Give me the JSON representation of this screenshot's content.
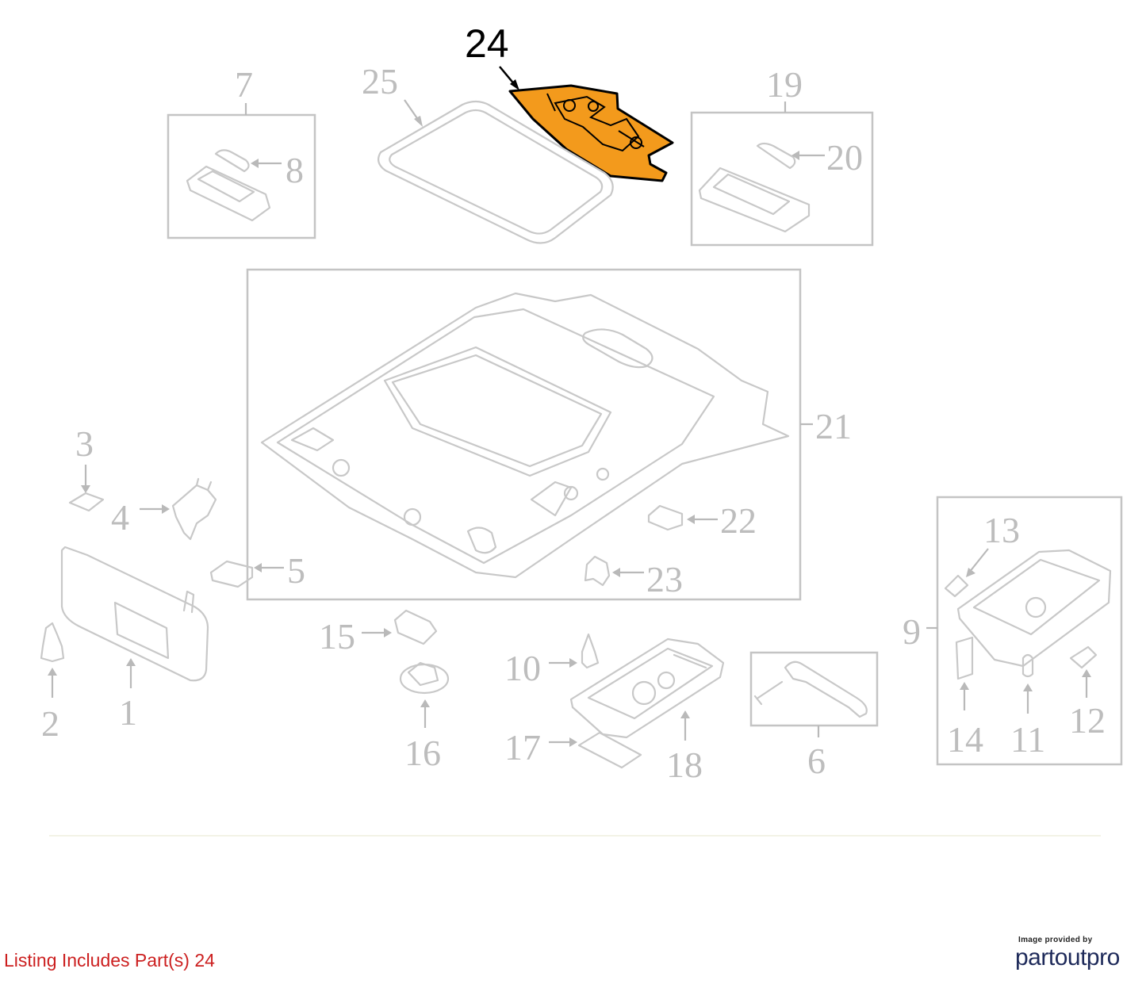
{
  "highlight": {
    "label": "24",
    "color": "#f39a1c"
  },
  "labels": {
    "l1": "1",
    "l2": "2",
    "l3": "3",
    "l4": "4",
    "l5": "5",
    "l6": "6",
    "l7": "7",
    "l8": "8",
    "l9": "9",
    "l10": "10",
    "l11": "11",
    "l12": "12",
    "l13": "13",
    "l14": "14",
    "l15": "15",
    "l16": "16",
    "l17": "17",
    "l18": "18",
    "l19": "19",
    "l20": "20",
    "l21": "21",
    "l22": "22",
    "l23": "23",
    "l25": "25"
  },
  "footer": {
    "listing": "Listing Includes Part(s) 24",
    "provided_by": "Image provided by",
    "brand": "partoutpro"
  }
}
